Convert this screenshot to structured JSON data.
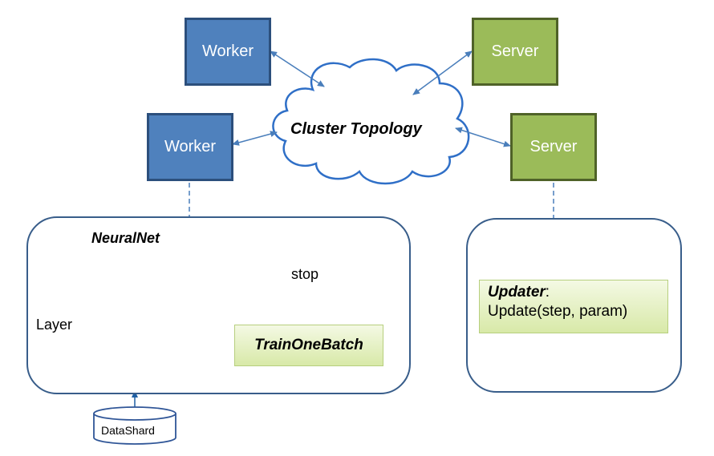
{
  "workers": [
    {
      "label": "Worker"
    },
    {
      "label": "Worker"
    }
  ],
  "servers": [
    {
      "label": "Server"
    },
    {
      "label": "Server"
    }
  ],
  "cloud": {
    "label": "Cluster Topology"
  },
  "neuralnet": {
    "title": "NeuralNet",
    "layer_label": "Layer",
    "stop_label": "stop",
    "train_label": "TrainOneBatch",
    "datashard_label": "DataShard"
  },
  "updater": {
    "title": "Updater",
    "colon": ":",
    "call": "Update(step, param)"
  },
  "colors": {
    "worker_fill": "#4f81bd",
    "server_fill": "#9bbb59",
    "panel_border": "#385d8a",
    "arrow": "#4a7ebb"
  }
}
